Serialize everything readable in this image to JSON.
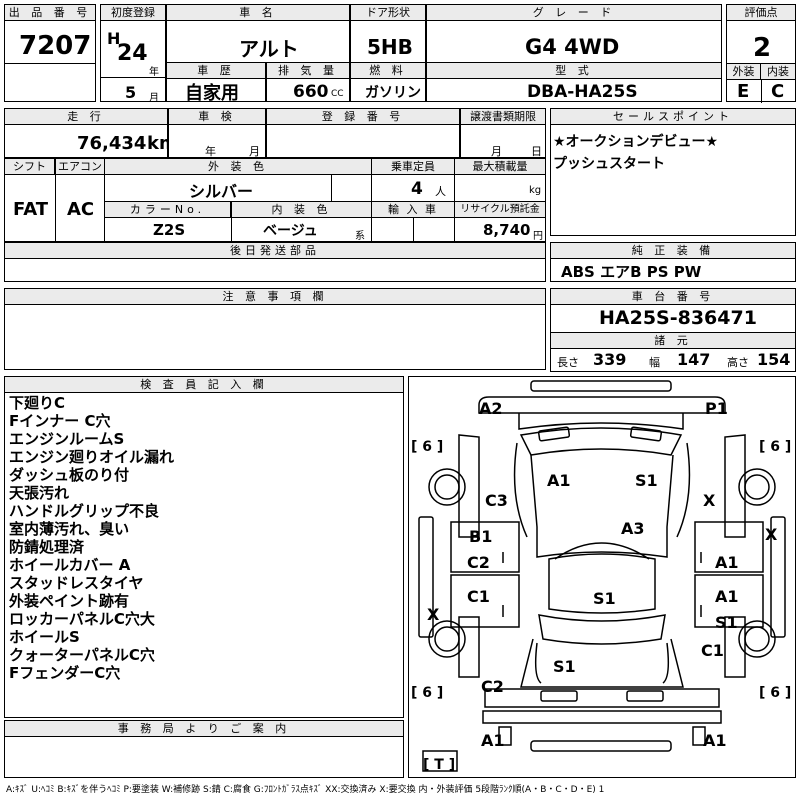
{
  "header": {
    "lot_no_label": "出 品 番 号",
    "lot_no": "7207",
    "first_reg_label": "初度登録",
    "era": "H",
    "year": "24",
    "year_unit": "年",
    "month": "5",
    "month_unit": "月",
    "car_name_label": "車 名",
    "car_name": "アルト",
    "door_label": "ドア形状",
    "door": "5HB",
    "grade_label": "グ レ ー ド",
    "grade": "G4 4WD",
    "score_label": "評価点",
    "score": "2",
    "history_label": "車 歴",
    "history": "自家用",
    "displacement_label": "排 気 量",
    "displacement": "660",
    "displacement_unit": "CC",
    "fuel_label": "燃 料",
    "fuel": "ガソリン",
    "model_label": "型 式",
    "model": "DBA-HA25S",
    "exterior_label": "外装",
    "exterior": "E",
    "interior_label": "内装",
    "interior": "C"
  },
  "row2": {
    "mileage_label": "走 行",
    "mileage": "76,434",
    "mileage_unit": "km",
    "inspection_label": "車 検",
    "inspection_year_unit": "年",
    "inspection_month_unit": "月",
    "reg_no_label": "登 録 番 号",
    "transfer_label": "譲渡書類期限",
    "transfer_month_unit": "月",
    "transfer_day_unit": "日",
    "sales_point_label": "セールスポイント",
    "sales_points": [
      "★オークションデビュー★",
      "プッシュスタート"
    ]
  },
  "row3": {
    "shift_label": "シフト",
    "shift": "FAT",
    "ac_label": "エアコン",
    "ac": "AC",
    "ext_color_label": "外 装 色",
    "ext_color": "シルバー",
    "capacity_label": "乗車定員",
    "capacity": "4",
    "capacity_unit": "人",
    "max_load_label": "最大積載量",
    "max_load_unit": "kg",
    "color_no_label": "カラーNo.",
    "color_no": "Z2S",
    "int_color_label": "内 装 色",
    "int_color": "ベージュ",
    "int_color_unit": "系",
    "import_label": "輸 入 車",
    "recycle_label": "リサイクル預託金",
    "recycle": "8,740",
    "recycle_unit": "円",
    "parts_label": "後日発送部品",
    "equip_label": "純 正 装 備",
    "equipment": "ABS エアB PS PW"
  },
  "notes": {
    "caution_label": "注 意 事 項 欄",
    "chassis_label": "車 台 番 号",
    "chassis_no": "HA25S-836471",
    "dims_label": "諸 元",
    "length_label": "長さ",
    "length": "339",
    "width_label": "幅",
    "width": "147",
    "height_label": "高さ",
    "height": "154"
  },
  "inspector": {
    "label": "検 査 員 記 入 欄",
    "lines": [
      "下廻りC",
      "Fインナー C穴",
      "エンジンルームS",
      "エンジン廻りオイル漏れ",
      "ダッシュ板のり付",
      "天張汚れ",
      "ハンドルグリップ不良",
      "室内薄汚れ、臭い",
      "防錆処理済",
      "ホイールカバー A",
      "スタッドレスタイヤ",
      "外装ペイント跡有",
      "ロッカーパネルC穴大",
      "ホイールS",
      "クォーターパネルC穴",
      "FフェンダーC穴"
    ]
  },
  "office": {
    "label": "事 務 局 よ り ご 案 内"
  },
  "diagram": {
    "marks": {
      "a2": "A2",
      "p1": "P1",
      "six_tl": "[ 6 ]",
      "six_tr": "[ 6 ]",
      "six_bl": "[ 6 ]",
      "six_br": "[ 6 ]",
      "a1_roof": "A1",
      "s1_roof": "S1",
      "c3": "C3",
      "x_right_upper": "X",
      "a3": "A3",
      "x_right_far": "X",
      "b1": "B1",
      "c2_left": "C2",
      "a1_right": "A1",
      "c1_left": "C1",
      "s1_center": "S1",
      "a1_right2": "A1",
      "x_left": "X",
      "s1_right": "S1",
      "c1_right": "C1",
      "s1_low": "S1",
      "c2_low": "C2",
      "a1_bl": "A1",
      "a1_br": "A1",
      "t": "[ T ]"
    }
  },
  "legend": "A:ｷｽﾞ U:ﾍｺﾐ B:ｷｽﾞを伴うﾍｺﾐ P:要塗装 W:補修跡 S:錆 C:腐食 G:ﾌﾛﾝﾄｶﾞﾗｽ点ｷｽﾞ XX:交換済み X:要交換 内・外装評価 5段階ﾗﾝｸ順(A・B・C・D・E) 1"
}
